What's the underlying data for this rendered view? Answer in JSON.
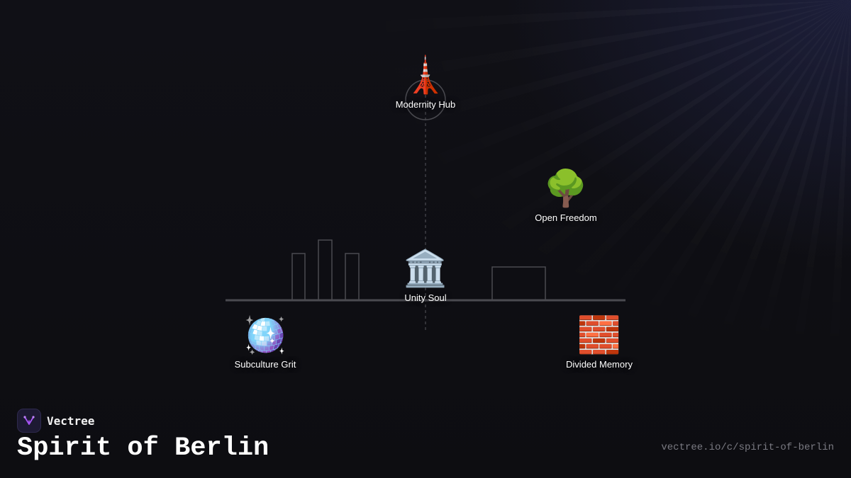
{
  "brand": {
    "name": "Vectree",
    "logo_icon": "vectree-tree-icon",
    "accent": "#a855f7"
  },
  "title": "Spirit of Berlin",
  "url": "vectree.io/c/spirit-of-berlin",
  "nodes": [
    {
      "id": "modernity-hub",
      "label": "Modernity Hub",
      "icon": "tower-icon",
      "glyph": "🗼"
    },
    {
      "id": "open-freedom",
      "label": "Open Freedom",
      "icon": "tree-icon",
      "glyph": "🌳"
    },
    {
      "id": "unity-soul",
      "label": "Unity Soul",
      "icon": "classical-building-icon",
      "glyph": "🏛️"
    },
    {
      "id": "subculture-grit",
      "label": "Subculture Grit",
      "icon": "disco-ball-icon",
      "glyph": "🪩"
    },
    {
      "id": "divided-memory",
      "label": "Divided Memory",
      "icon": "brick-wall-icon",
      "glyph": "🧱"
    }
  ],
  "colors": {
    "background": "#0e0e12",
    "skyline": "#4a4a50",
    "label": "#ffffff",
    "url": "#7a7a82"
  }
}
